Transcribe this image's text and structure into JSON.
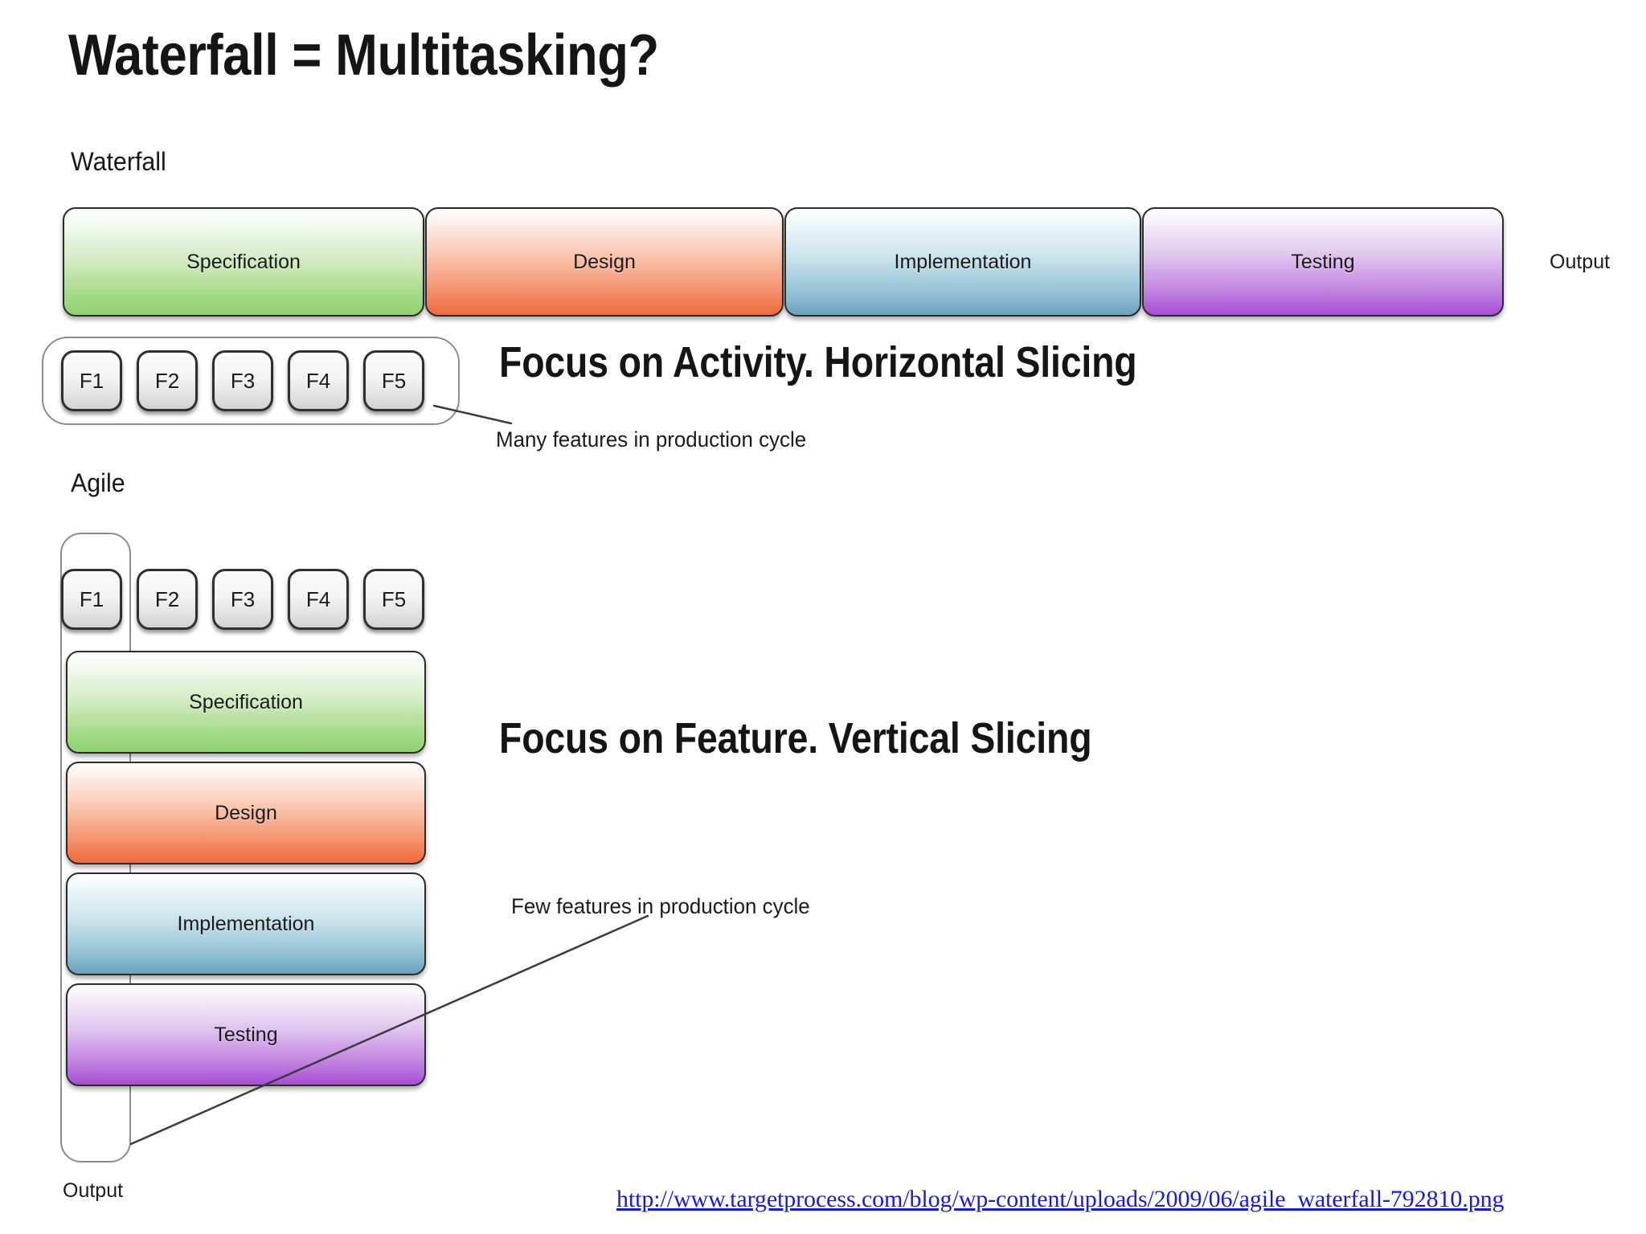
{
  "slide": {
    "title": "Waterfall = Multitasking?",
    "background_color": "#ffffff"
  },
  "waterfall_section": {
    "label": "Waterfall",
    "output_label": "Output",
    "phases": [
      {
        "name": "Specification",
        "color": "#8ed36f"
      },
      {
        "name": "Design",
        "color": "#f0693c"
      },
      {
        "name": "Implementation",
        "color": "#6ba2bd"
      },
      {
        "name": "Testing",
        "color": "#a84ed6"
      }
    ],
    "features": [
      "F1",
      "F2",
      "F3",
      "F4",
      "F5"
    ],
    "headline": "Focus on Activity. Horizontal Slicing",
    "annotation": "Many features in production cycle"
  },
  "agile_section": {
    "label": "Agile",
    "output_label": "Output",
    "features": [
      "F1",
      "F2",
      "F3",
      "F4",
      "F5"
    ],
    "phases": [
      {
        "name": "Specification",
        "color": "#8ed36f"
      },
      {
        "name": "Design",
        "color": "#f0693c"
      },
      {
        "name": "Implementation",
        "color": "#6ba2bd"
      },
      {
        "name": "Testing",
        "color": "#a84ed6"
      }
    ],
    "headline": "Focus on Feature. Vertical Slicing",
    "annotation": "Few features in production cycle"
  },
  "source": {
    "url": "http://www.targetprocess.com/blog/wp-content/uploads/2009/06/agile_waterfall-792810.png",
    "color": "#1b1bd4"
  }
}
